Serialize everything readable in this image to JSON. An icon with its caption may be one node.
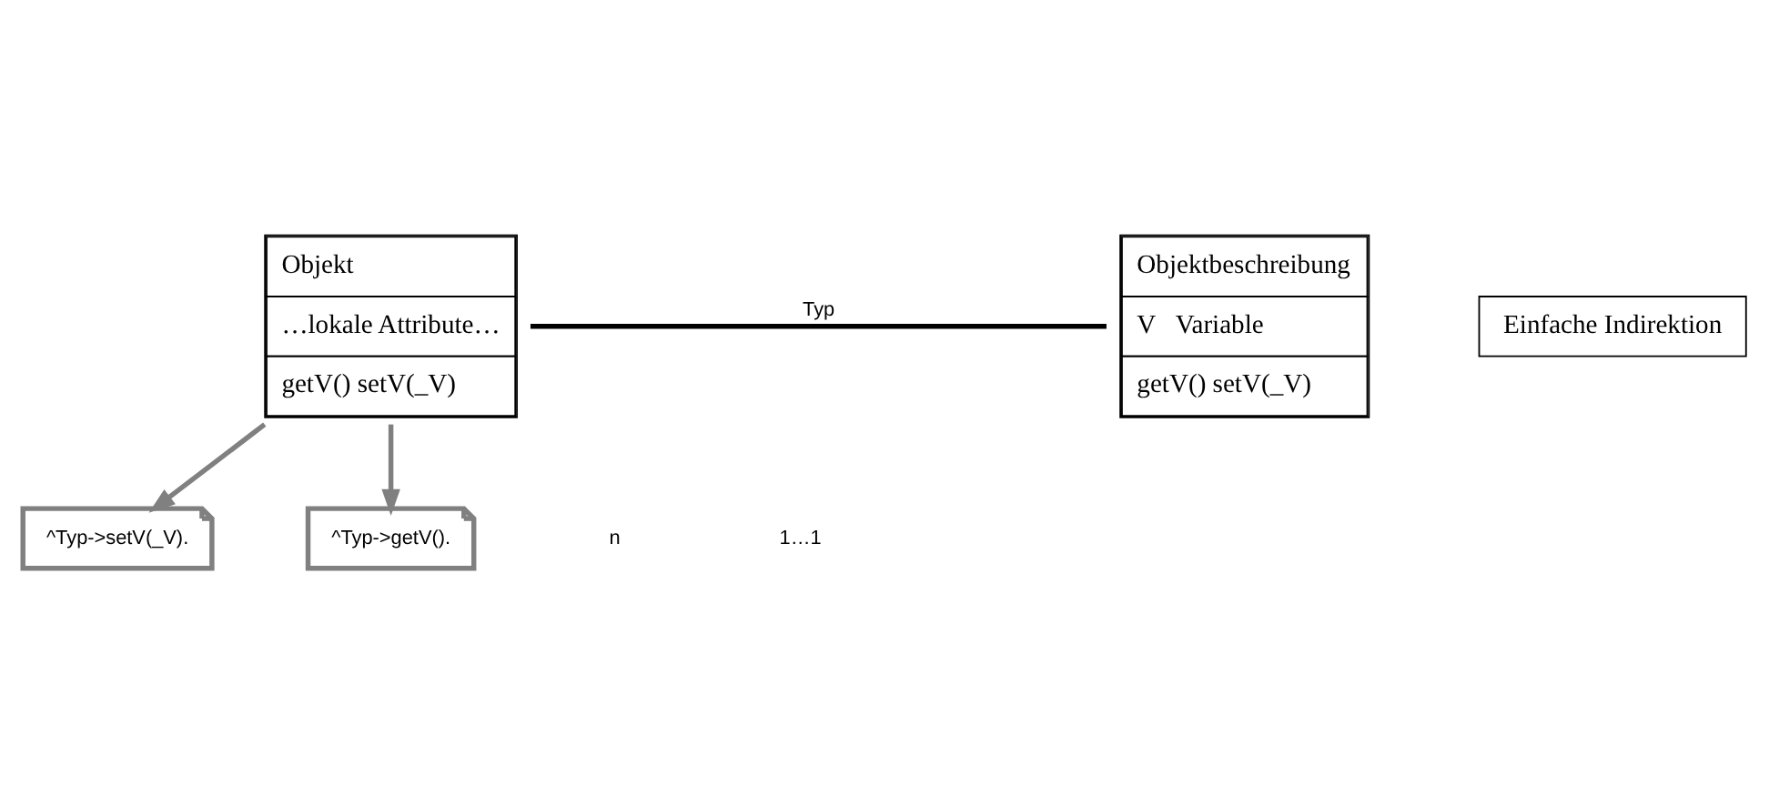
{
  "diagram": {
    "nodes": [
      {
        "text": [
          "Objekt",
          "…lokale Attribute…",
          "getV() setV(_V)"
        ]
      },
      {
        "text": [
          "Einfache Indirektion"
        ]
      },
      {
        "text": [
          "Objektbeschreibung",
          "V   Variable",
          "getV() setV(_V)"
        ]
      },
      {
        "text": [
          "^Typ->setV(_V)."
        ]
      },
      {
        "text": [
          "^Typ->getV()."
        ]
      }
    ],
    "edges": [
      {
        "from": 0,
        "to": 2,
        "arrow": "none",
        "label": "Typ",
        "color": "#000000"
      },
      {
        "from": 0,
        "to": 3,
        "arrow": "to"
      },
      {
        "from": 0,
        "to": 4,
        "arrow": "to"
      }
    ],
    "labels": [
      "n",
      "1…1"
    ]
  }
}
